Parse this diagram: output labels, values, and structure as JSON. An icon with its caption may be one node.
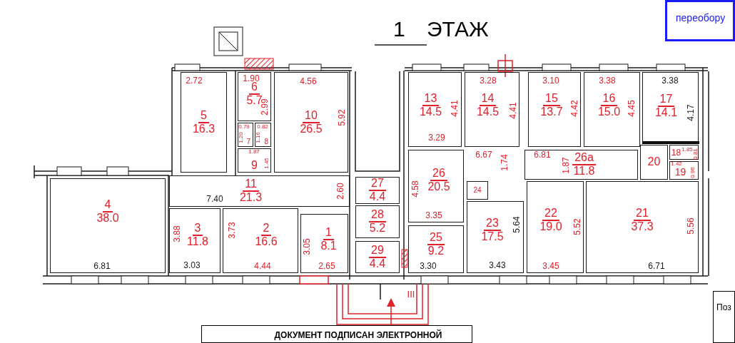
{
  "diagram": {
    "title": "1 ЭТАЖ",
    "nodes": [
      {
        "text": [
          "5",
          "16.3"
        ]
      },
      {
        "text": [
          "6",
          "5.7"
        ]
      },
      {
        "text": [
          "10",
          "26.5"
        ]
      },
      {
        "text": [
          "7"
        ]
      },
      {
        "text": [
          "8"
        ]
      },
      {
        "text": [
          "9"
        ]
      },
      {
        "text": [
          "11",
          "21.3"
        ]
      },
      {
        "text": [
          "4",
          "38.0"
        ]
      },
      {
        "text": [
          "3",
          "11.8"
        ]
      },
      {
        "text": [
          "2",
          "16.6"
        ]
      },
      {
        "text": [
          "1",
          "8.1"
        ]
      },
      {
        "text": [
          "27",
          "4.4"
        ]
      },
      {
        "text": [
          "28",
          "5.2"
        ]
      },
      {
        "text": [
          "29",
          "4.4"
        ]
      },
      {
        "text": [
          "13",
          "14.5"
        ]
      },
      {
        "text": [
          "14",
          "14.5"
        ]
      },
      {
        "text": [
          "15",
          "13.7"
        ]
      },
      {
        "text": [
          "16",
          "15.0"
        ]
      },
      {
        "text": [
          "17",
          "14.1"
        ]
      },
      {
        "text": [
          "26",
          "20.5"
        ]
      },
      {
        "text": [
          "26а",
          "11.8"
        ]
      },
      {
        "text": [
          "20"
        ]
      },
      {
        "text": [
          "18"
        ]
      },
      {
        "text": [
          "19"
        ]
      },
      {
        "text": [
          "24"
        ]
      },
      {
        "text": [
          "25",
          "9.2"
        ]
      },
      {
        "text": [
          "23",
          "17.5"
        ]
      },
      {
        "text": [
          "22",
          "19.0"
        ]
      },
      {
        "text": [
          "21",
          "37.3"
        ]
      },
      {
        "text": [
          "переобору"
        ]
      },
      {
        "text": [
          "ДОКУМЕНТ ПОДПИСАН ЭЛЕКТРОННОЙ"
        ]
      },
      {
        "text": [
          "Поз"
        ]
      }
    ],
    "labels": [
      "2.72",
      "1.90",
      "4.56",
      "3.28",
      "3.10",
      "3.38",
      "3.38",
      "2.99",
      "5.92",
      "4.41",
      "4.41",
      "4.42",
      "4.45",
      "4.17",
      "0.79",
      "0.82",
      "1.20",
      "1.16",
      "1.87",
      "1.45",
      "3.29",
      "6.67",
      "1.74",
      "6.81",
      "1.87",
      "1.85",
      "0.81",
      "1.42",
      "0.96",
      "2.60",
      "7.40",
      "4.58",
      "3.35",
      "3.88",
      "3.73",
      "3.05",
      "5.64",
      "5.52",
      "5.56",
      "6.81",
      "3.03",
      "4.44",
      "2.65",
      "3.30",
      "3.43",
      "3.45",
      "6.71",
      "III"
    ]
  }
}
